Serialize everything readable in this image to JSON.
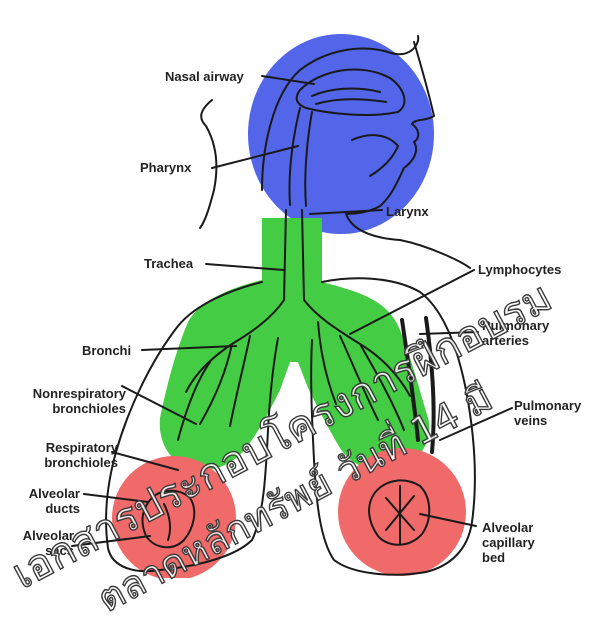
{
  "labels": {
    "nasal_airway": "Nasal airway",
    "pharynx": "Pharynx",
    "larynx": "Larynx",
    "trachea": "Trachea",
    "lymphocytes": "Lymphocytes",
    "bronchi": "Bronchi",
    "pulmonary_arteries": "Pulmonary\narteries",
    "nonrespiratory_bronchioles": "Nonrespiratory\nbronchioles",
    "pulmonary_veins": "Pulmonary\nveins",
    "respiratory_bronchioles": "Respiratory\nbronchioles",
    "alveolar_ducts": "Alveolar\nducts",
    "alveolar_sacs": "Alveolar\nsacs",
    "alveolar_capillary_bed": "Alveolar\ncapillary\nbed"
  },
  "watermark": {
    "line1": "เอกสารประกอบโครงการฝึกอบรม",
    "line2": "ตลาดหลักทรัพย์ วันที่ 14 มี"
  },
  "colors": {
    "head_region": "#4a5ee8",
    "conducting_region": "#44cc44",
    "alveolar_region": "#f06a6a",
    "ink": "#1a1a1a"
  }
}
